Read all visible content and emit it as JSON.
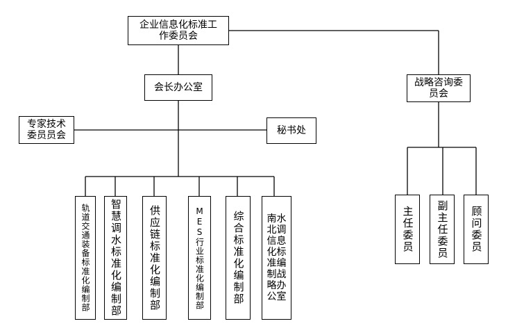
{
  "nodes": {
    "committee": "企业信息化标准工\n作委员会",
    "president_office": "会长办公室",
    "expert_committee": "专家技术\n委员员会",
    "secretariat": "秘书处",
    "strategy_committee": "战略咨询委\n员会",
    "depts": [
      "轨道交通装备标准化编制部",
      "智慧调水标准化编制部",
      "供应链标准化编制部",
      "MES行业标准化编制部",
      "综合标准化编制部",
      "南水北调信息化标准编制战略办公室"
    ],
    "dept_multicol": "南水\n北调\n信息\n化标\n准编\n制战\n略办\n公室",
    "roles": [
      "主任委员",
      "副主任委员",
      "顾问委员"
    ]
  }
}
